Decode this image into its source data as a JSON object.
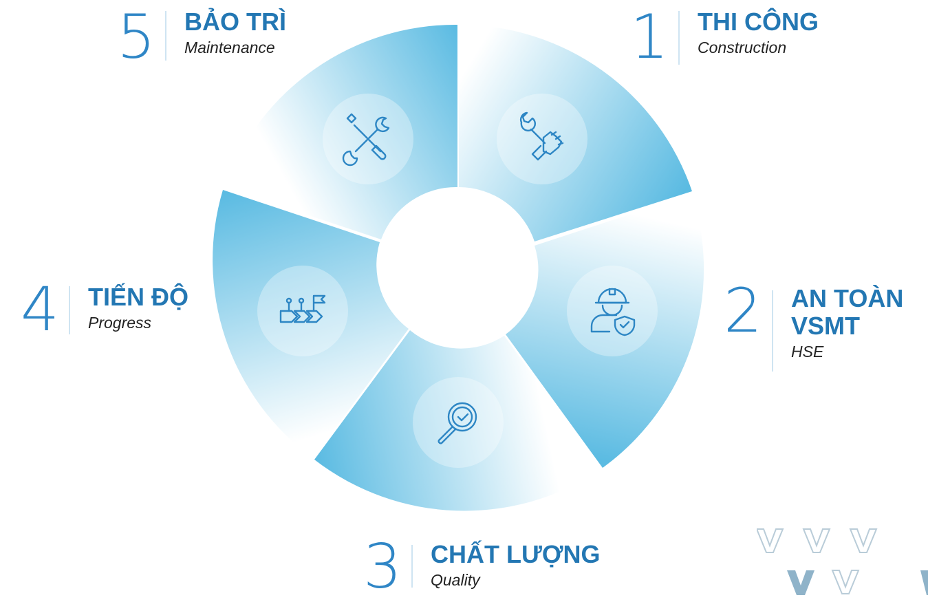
{
  "steps": [
    {
      "number": "1",
      "title": "THI CÔNG",
      "subtitle": "Construction",
      "icon": "wrench-hand-icon"
    },
    {
      "number": "2",
      "title": "AN TOÀN\nVSMT",
      "subtitle": "HSE",
      "icon": "worker-shield-icon"
    },
    {
      "number": "3",
      "title": "CHẤT LƯỢNG",
      "subtitle": "Quality",
      "icon": "magnifier-check-icon"
    },
    {
      "number": "4",
      "title": "TIẾN ĐỘ",
      "subtitle": "Progress",
      "icon": "progress-flag-icon"
    },
    {
      "number": "5",
      "title": "BẢO TRÌ",
      "subtitle": "Maintenance",
      "icon": "wrench-screwdriver-icon"
    }
  ],
  "colors": {
    "accent": "#2f86c6",
    "title": "#2377b3",
    "segment_dark": "#5bbbe2",
    "segment_light": "#ffffff",
    "icon_stroke": "#2d86c4",
    "decor": "#b9ccd8",
    "decor_dark": "#8fb3c9"
  }
}
